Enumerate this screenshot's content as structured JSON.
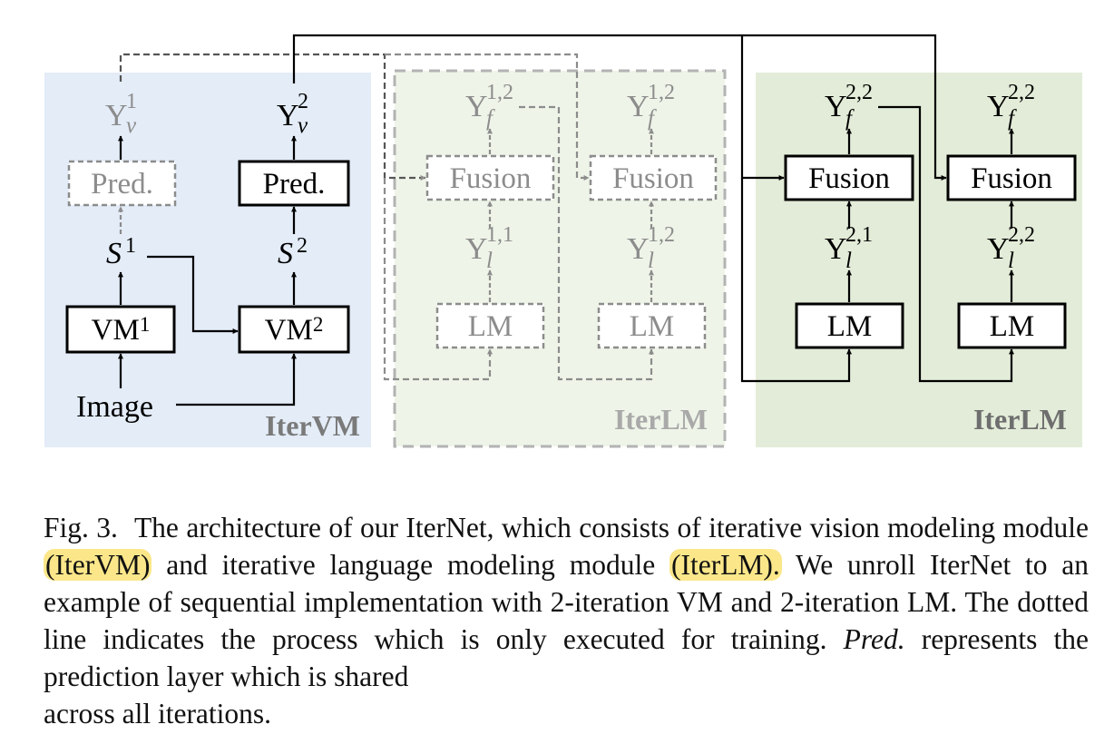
{
  "figure": {
    "panels": {
      "itervm": {
        "label": "IterVM",
        "bg": "#e3ecf7",
        "label_color": "#7a7a7a"
      },
      "iterlm_train": {
        "label": "IterLM",
        "bg": "#eef4e8",
        "label_color": "#a9a9a9"
      },
      "iterlm": {
        "label": "IterLM",
        "bg": "#e3ecd8",
        "label_color": "#6e6e6e"
      }
    },
    "boxes": {
      "pred_1": "Pred.",
      "pred_2": "Pred.",
      "vm_1": {
        "base": "VM",
        "sup": "1"
      },
      "vm_2": {
        "base": "VM",
        "sup": "2"
      },
      "fusion_1": "Fusion",
      "fusion_2": "Fusion",
      "fusion_3": "Fusion",
      "fusion_4": "Fusion",
      "lm_1": "LM",
      "lm_2": "LM",
      "lm_3": "LM",
      "lm_4": "LM"
    },
    "labels": {
      "image": "Image",
      "s1": {
        "base": "S",
        "sup": "1"
      },
      "s2": {
        "base": "S",
        "sup": "2"
      },
      "yv1": {
        "base": "Y",
        "sub": "v",
        "sup": "1"
      },
      "yv2": {
        "base": "Y",
        "sub": "v",
        "sup": "2"
      },
      "yf12_a": {
        "base": "Y",
        "sub": "f",
        "sup": "1,2"
      },
      "yf12_b": {
        "base": "Y",
        "sub": "f",
        "sup": "1,2"
      },
      "yl11": {
        "base": "Y",
        "sub": "l",
        "sup": "1,1"
      },
      "yl12": {
        "base": "Y",
        "sub": "l",
        "sup": "1,2"
      },
      "yf22_a": {
        "base": "Y",
        "sub": "f",
        "sup": "2,2"
      },
      "yf22_b": {
        "base": "Y",
        "sub": "f",
        "sup": "2,2"
      },
      "yl21": {
        "base": "Y",
        "sub": "l",
        "sup": "2,1"
      },
      "yl22": {
        "base": "Y",
        "sub": "l",
        "sup": "2,2"
      }
    },
    "colors": {
      "active": "#000000",
      "faded": "#8c8c8c",
      "highlight": "#fbe78a"
    }
  },
  "caption": {
    "fig_label": "Fig. 3.",
    "t1": "The architecture of our IterNet, which consists of iterative vision modeling module ",
    "h1": "(IterVM)",
    "t2": " and iterative language modeling module ",
    "h2": "(IterLM).",
    "t3": " We unroll IterNet to an example of sequential implementation with 2-iteration VM and 2-iteration LM. The dotted line indicates the process which is only executed for training. ",
    "pred": "Pred.",
    "t4": " represents the prediction layer which is shared",
    "t5": "across all iterations."
  }
}
